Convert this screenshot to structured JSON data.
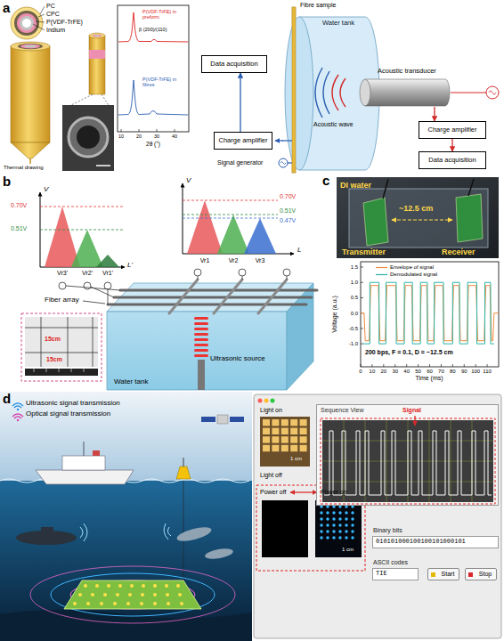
{
  "diagram": {
    "nodes": [
      {
        "text": [
          "Data acquisition"
        ]
      },
      {
        "text": [
          "Charge amplifier"
        ]
      },
      {
        "text": [
          "Water tank"
        ]
      },
      {
        "text": [
          "Acoustic transducer"
        ]
      },
      {
        "text": [
          "Charge amplifier"
        ]
      },
      {
        "text": [
          "Data acquisition"
        ]
      },
      {
        "text": [
          "Sequence View"
        ]
      },
      {
        "text": [
          "Binary bits",
          "010101000100100101000101"
        ]
      },
      {
        "text": [
          "ASCII codes",
          "TIE"
        ]
      },
      {
        "text": [
          "Start"
        ]
      },
      {
        "text": [
          "Stop"
        ]
      }
    ],
    "edges": [
      {
        "from": 1,
        "to": 0,
        "arrow": "to"
      },
      {
        "from": 3,
        "to": 4,
        "arrow": "to"
      },
      {
        "from": 4,
        "to": 5,
        "arrow": "to"
      }
    ],
    "labels": [
      "a",
      "PC",
      "CPC",
      "P(VDF-TrFE)",
      "Indium",
      "Thermal drawing",
      "P(VDF-TrFE) in preform",
      "β (200)/(110)",
      "P(VDF-TrFE) in fibres",
      "10",
      "20",
      "30",
      "40",
      "2θ (°)",
      "Fibre sample",
      "Acoustic wave",
      "Signal generator",
      "b",
      "V",
      "0.70V",
      "0.51V",
      "Vr3'",
      "Vr2'",
      "Vr1'",
      "L'",
      "V",
      "0.70V",
      "0.51V",
      "0.47V",
      "Vr1",
      "Vr2",
      "Vr3",
      "L",
      "Fiber array",
      "15cm",
      "15cm",
      "Ultrasonic source",
      "Water tank",
      "c",
      "DI water",
      "~12.5 cm",
      "Transmitter",
      "Receiver",
      "Voltage (a.u.)",
      "1.5",
      "1.0",
      "0.5",
      "0.0",
      "-0.5",
      "-1.0",
      "0",
      "10",
      "20",
      "30",
      "40",
      "50",
      "60",
      "70",
      "80",
      "90",
      "100",
      "110",
      "Time (ms)",
      "200 bps, F = 0.1, D = ~12.5 cm",
      "d",
      "Ultrasonic signal transmission",
      "Optical signal transmission",
      "Light on",
      "1 cm",
      "Light off",
      "Power off",
      "Power on",
      "1 cm",
      "Signal"
    ],
    "legend": [
      {
        "text": "Envelope of signal"
      },
      {
        "text": "Demodulated signal"
      }
    ]
  }
}
